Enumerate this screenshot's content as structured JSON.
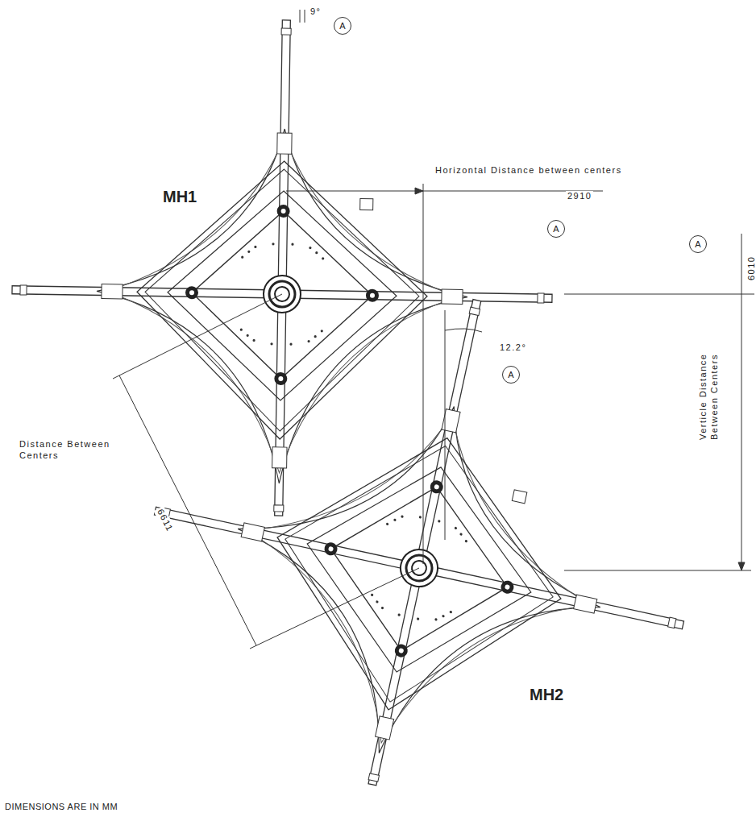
{
  "diagram": {
    "nodes": [
      {
        "text": [
          "A"
        ]
      },
      {
        "text": [
          "A"
        ]
      },
      {
        "text": [
          "A"
        ]
      },
      {
        "text": [
          "A"
        ]
      }
    ],
    "labels": [
      "9°",
      "Horizontal Distance between centers",
      "2910",
      "6010",
      "Verticle Distance Between Centers",
      "12.2°",
      "Distance Between Centers",
      "6611",
      "MH1",
      "MH2",
      "DIMENSIONS ARE IN MM"
    ]
  }
}
